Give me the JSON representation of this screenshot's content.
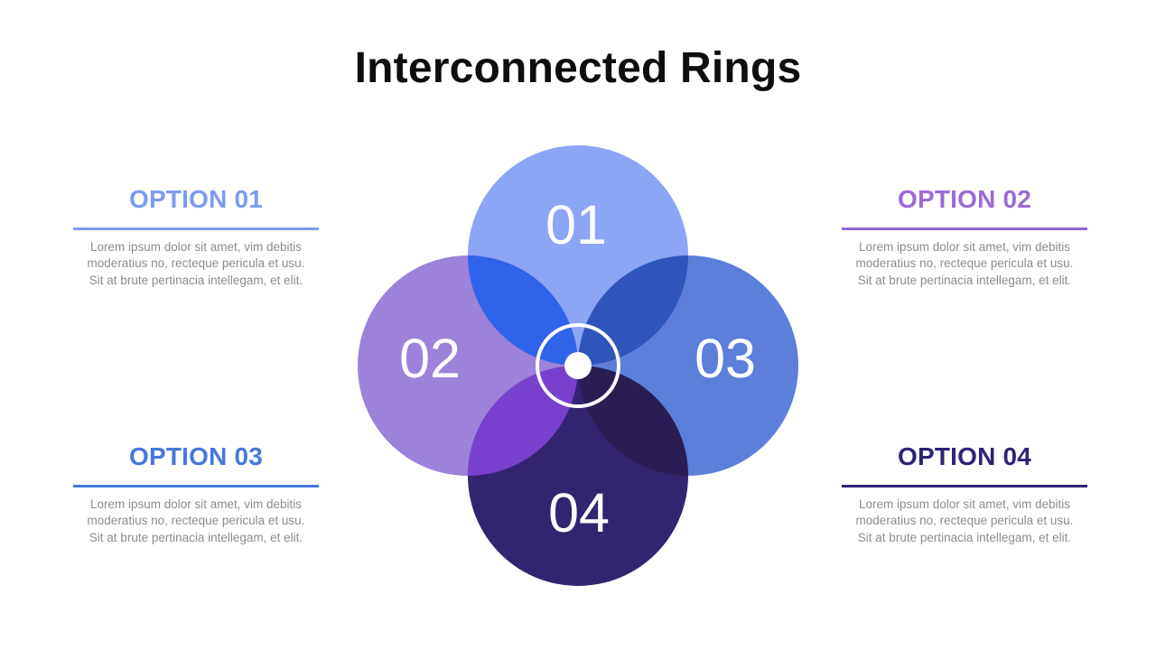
{
  "slide": {
    "title": "Interconnected Rings",
    "title_color": "#0e0e0e",
    "background": "#ffffff"
  },
  "diagram": {
    "label_color": "#ffffff",
    "rings": [
      {
        "label": "01",
        "position": "top",
        "color": "#8CA5F4"
      },
      {
        "label": "02",
        "position": "left",
        "color": "#9C82DA"
      },
      {
        "label": "03",
        "position": "right",
        "color": "#5C7FDA"
      },
      {
        "label": "04",
        "position": "bottom",
        "color": "#332471"
      }
    ],
    "overlaps": [
      {
        "between": "01-02",
        "color": "#2F63E9"
      },
      {
        "between": "01-03",
        "color": "#2E56BA"
      },
      {
        "between": "02-04",
        "color": "#7841CD"
      },
      {
        "between": "03-04",
        "color": "#291D54"
      }
    ],
    "center_ring_color": "#ffffff",
    "center_dot_color": "#ffffff"
  },
  "body_text_color": "#8c8c8c",
  "options": [
    {
      "heading": "OPTION 01",
      "accent": "#7c9bee",
      "body_lines": [
        "Lorem ipsum dolor sit amet, vim debitis",
        "moderatius no, recteque pericula et usu.",
        "Sit at brute pertinacia intellegam, et elit."
      ]
    },
    {
      "heading": "OPTION 02",
      "accent": "#9b6ad8",
      "body_lines": [
        "Lorem ipsum dolor sit amet, vim debitis",
        "moderatius no, recteque pericula et usu.",
        "Sit at brute pertinacia intellegam, et elit."
      ]
    },
    {
      "heading": "OPTION 03",
      "accent": "#4678dc",
      "body_lines": [
        "Lorem ipsum dolor sit amet, vim debitis",
        "moderatius no, recteque pericula et usu.",
        "Sit at brute pertinacia intellegam, et elit."
      ]
    },
    {
      "heading": "OPTION 04",
      "accent": "#2d2478",
      "body_lines": [
        "Lorem ipsum dolor sit amet, vim debitis",
        "moderatius no, recteque pericula et usu.",
        "Sit at brute pertinacia intellegam, et elit."
      ]
    }
  ]
}
